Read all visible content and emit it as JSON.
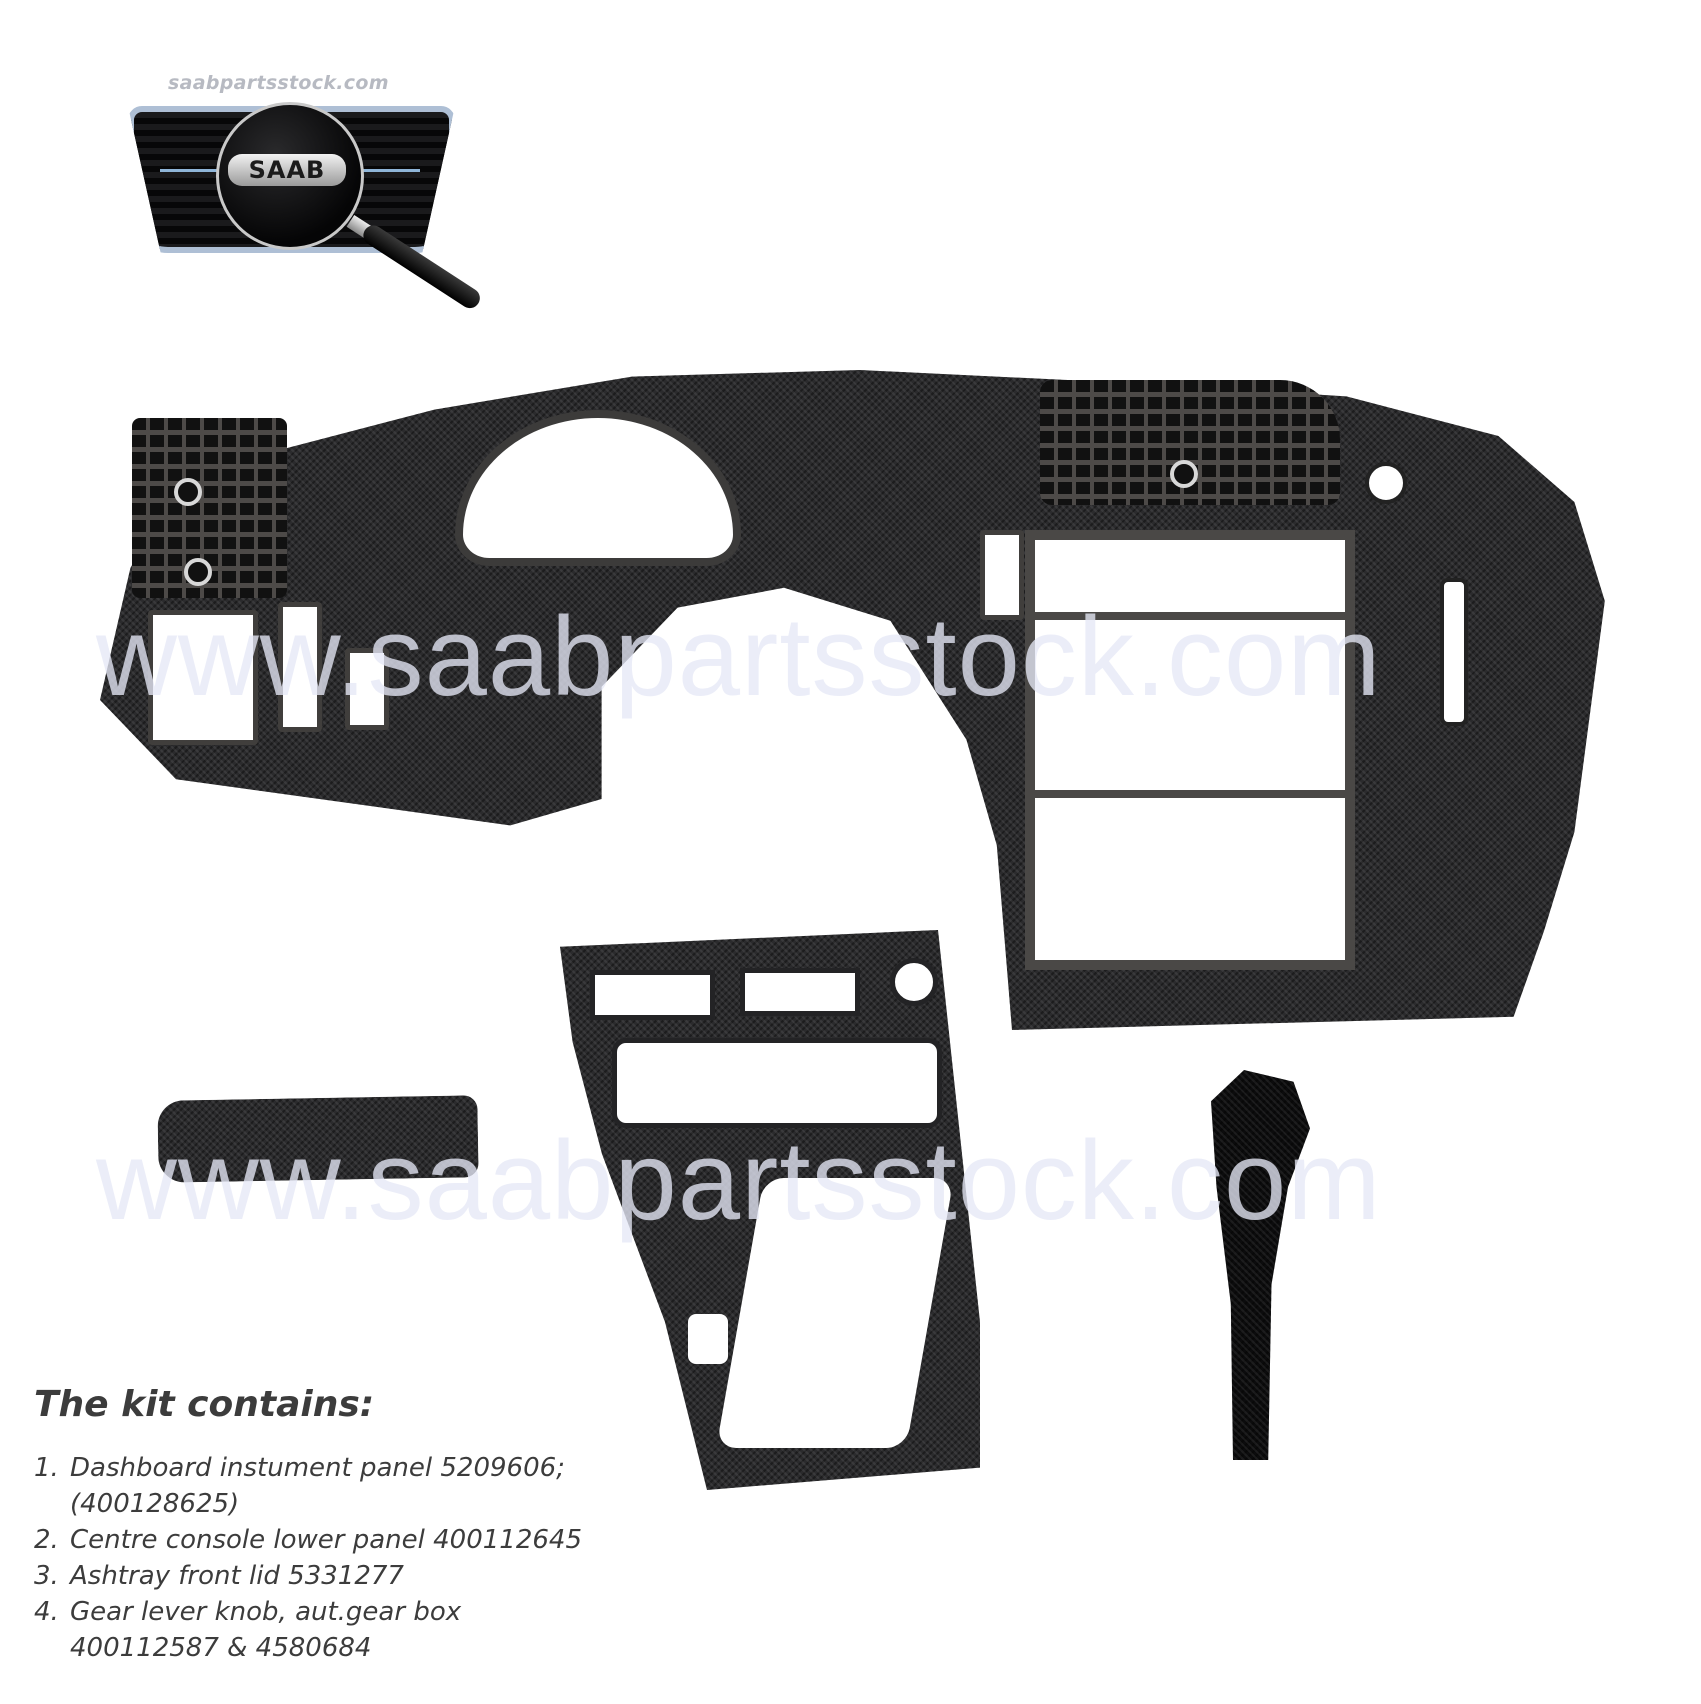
{
  "logo": {
    "site_text": "saabpartsstock.com",
    "badge_text": "SAAB",
    "icon": "magnifying-glass-icon"
  },
  "watermark": {
    "text": "www.saabpartsstock.com"
  },
  "products": {
    "dashboard": "Dashboard instrument panel (carbon)",
    "console": "Centre console lower panel (carbon)",
    "ashtray": "Ashtray front lid (carbon)",
    "gear_knob": "Gear lever knob (carbon)"
  },
  "colors": {
    "carbon": "#2b2b2d",
    "text": "#3c3c3c",
    "watermark": "#e6e8f6",
    "logo_text": "#b7bac2",
    "grille_trim": "#aebfd5"
  },
  "kit": {
    "title": "The kit contains:",
    "items": [
      {
        "num": "1.",
        "line1": "Dashboard instument panel 5209606;",
        "line2": "(400128625)"
      },
      {
        "num": "2.",
        "line1": "Centre console lower panel 400112645",
        "line2": ""
      },
      {
        "num": "3.",
        "line1": "Ashtray front lid 5331277",
        "line2": ""
      },
      {
        "num": "4.",
        "line1": "Gear lever knob, aut.gear box",
        "line2": "400112587 & 4580684"
      }
    ]
  }
}
